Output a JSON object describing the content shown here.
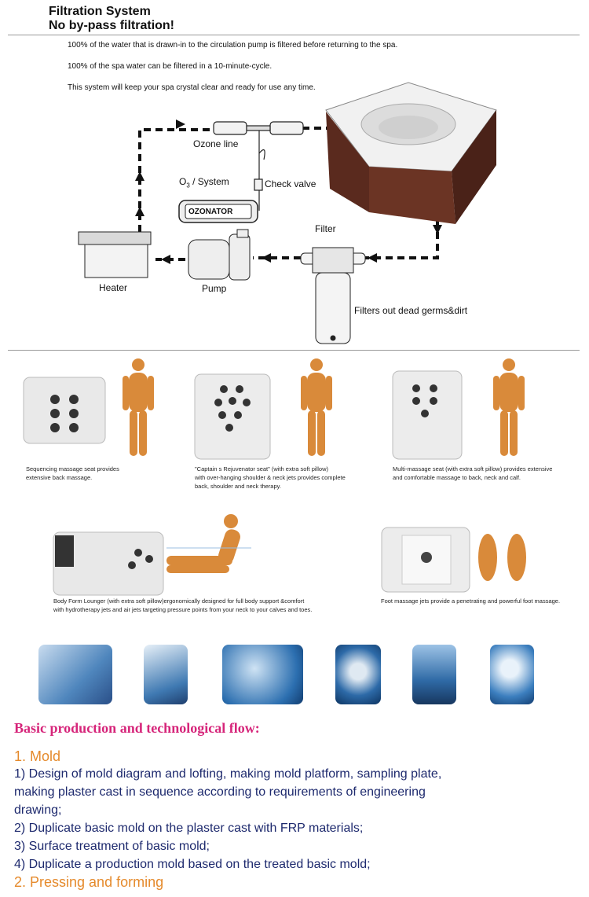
{
  "header": {
    "title": "Filtration System",
    "subtitle": "No by-pass filtration!"
  },
  "intro": [
    "100% of the water that is drawn-in to the circulation pump is filtered before returning to the spa.",
    "100% of the spa water can be filtered in a 10-minute-cycle.",
    "This system will keep your spa crystal clear and ready for use any time."
  ],
  "diagram": {
    "ozone_line": "Ozone line",
    "o3_system": "O",
    "o3_sub": "3",
    "o3_rest": " / System",
    "check_valve": "Check valve",
    "ozonator": "OZONATOR",
    "filter": "Filter",
    "heater": "Heater",
    "pump": "Pump",
    "filters_out": "Filters out dead germs&dirt"
  },
  "captions": {
    "seat1_l1": "Sequencing  massage seat provides",
    "seat1_l2": "extensive back massage.",
    "seat2_l1": "\"Captain s Rejuvenator seat\"  (with extra soft pillow)",
    "seat2_l2": "with over-hanging shoulder & neck jets provides complete",
    "seat2_l3": "back, shoulder and neck therapy.",
    "seat3_l1": "Multi-massage seat (with extra soft pillow)  provides extensive",
    "seat3_l2": "and comfortable massage to back, neck and calf.",
    "lounger_l1": "Body Form Lounger (with extra soft pillow)ergonomically designed for full body support &comfort",
    "lounger_l2": "with hydrotherapy jets and air jets targeting pressure points from your neck to your calves and toes.",
    "foot": "Foot massage jets provide a penetrating and powerful foot massage."
  },
  "flow": {
    "title": "Basic production and technological flow:",
    "mold_heading": "1. Mold",
    "step1_l1": "1) Design of mold diagram and lofting, making mold platform, sampling plate,",
    "step1_l2": "making plaster cast in sequence according to requirements of engineering",
    "step1_l3": "drawing;",
    "step2": "2) Duplicate basic mold on the plaster cast with FRP materials;",
    "step3": "3) Surface treatment of basic mold;",
    "step4": "4) Duplicate a production mold based on the treated basic mold;",
    "pressing_heading": "2. Pressing and forming"
  },
  "colors": {
    "accent_pink": "#d6257a",
    "accent_orange": "#e58a2c",
    "body_navy": "#1e2a6e",
    "skin": "#d98a3a",
    "cabinet": "#5a2a1e"
  }
}
